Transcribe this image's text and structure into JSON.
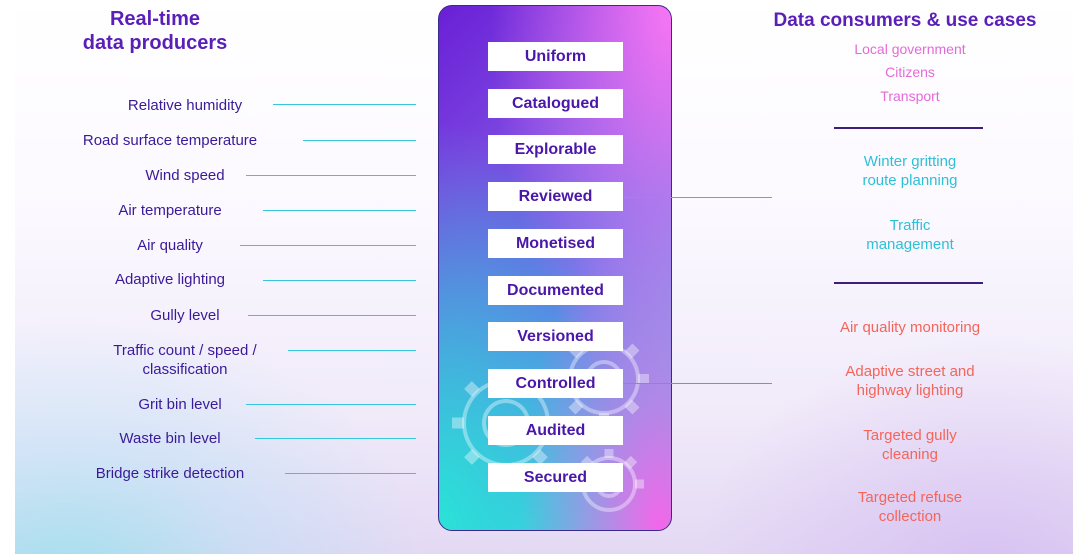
{
  "left_heading": "Real-time\ndata producers",
  "right_heading": "Data consumers & use cases",
  "producers": [
    "Relative humidity",
    "Road surface temperature",
    "Wind speed",
    "Air temperature",
    "Air quality",
    "Adaptive lighting",
    "Gully level",
    "Traffic count / speed /\nclassification",
    "Grit bin level",
    "Waste bin level",
    "Bridge strike detection"
  ],
  "principles": [
    "Uniform",
    "Catalogued",
    "Explorable",
    "Reviewed",
    "Monetised",
    "Documented",
    "Versioned",
    "Controlled",
    "Audited",
    "Secured"
  ],
  "consumer_groups": [
    "Local government",
    "Citizens",
    "Transport"
  ],
  "transport_use_cases": [
    "Winter gritting\nroute planning",
    "Traffic\nmanagement"
  ],
  "environment_use_cases": [
    "Air quality monitoring",
    "Adaptive street and\nhighway lighting",
    "Targeted gully\ncleaning",
    "Targeted refuse\ncollection"
  ],
  "colors": {
    "heading": "#5a1fb8",
    "producer_text": "#3b1a99",
    "producer_line": "#35c7dc",
    "principle_text": "#4a17a8",
    "consumer_groups": "#e46ad8",
    "transport_use_cases": "#2ec0d6",
    "environment_use_cases": "#f4655a"
  },
  "icons": [
    "gear-icon"
  ]
}
